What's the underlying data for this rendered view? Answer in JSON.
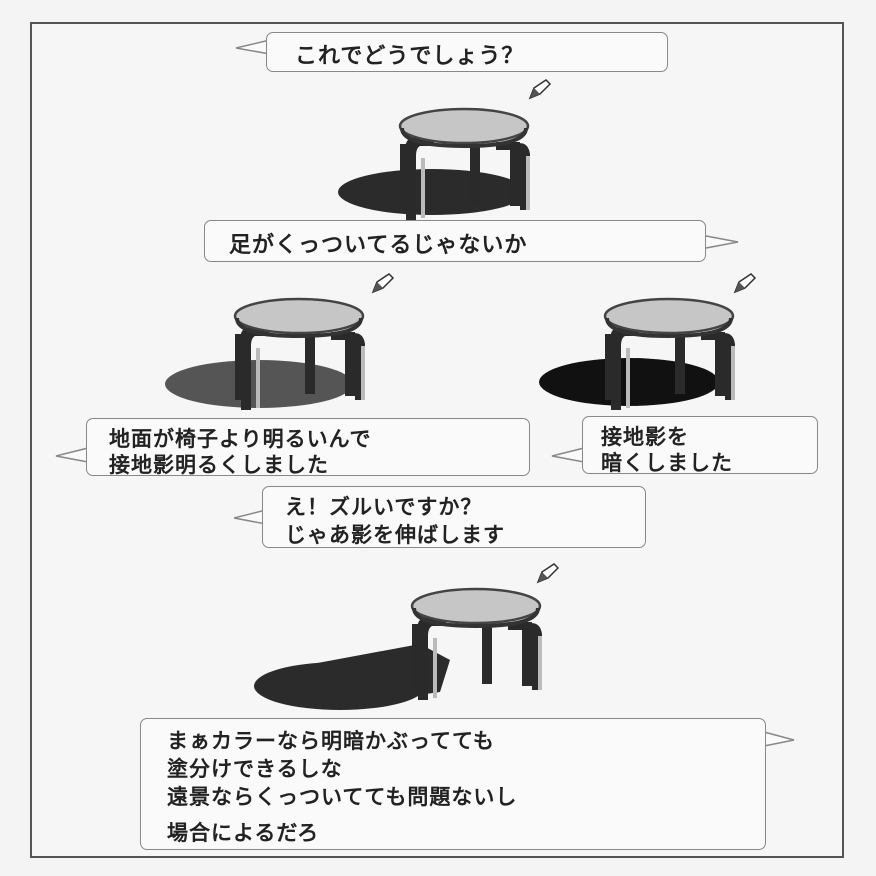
{
  "colors": {
    "panel_bg": "#f6f6f6",
    "stool_seat": "#c6c6c6",
    "stool_leg": "#2a2a2a",
    "shadow_attached": "#2b2b2b",
    "shadow_light": "#555555",
    "shadow_dark": "#111111",
    "bubble_border": "#888888"
  },
  "icons": [
    "stool-illustration",
    "pencil-cursor-icon"
  ],
  "captions": {
    "q1": "これでどうでしょう？",
    "c1": "足がくっついてるじゃないか",
    "c2_line1": "地面が椅子より明るいんで",
    "c2_line2": "接地影明るくしました",
    "c3_line1": "接地影を",
    "c3_line2": "暗くしました",
    "c4_line1": "え！ズルいですか？",
    "c4_line2": "じゃあ影を伸ばします",
    "c5_line1": "まぁカラーなら明暗かぶってても",
    "c5_line2": "塗分けできるしな",
    "c5_line3": "遠景ならくっついてても問題ないし",
    "c5_line4": "場合によるだろ"
  }
}
